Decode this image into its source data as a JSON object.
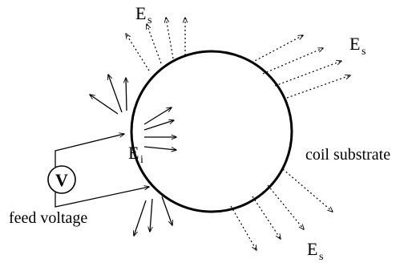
{
  "labels": {
    "es_top": "E",
    "es_top_sub": "s",
    "es_right": "E",
    "es_right_sub": "s",
    "es_bottom": "E",
    "es_bottom_sub": "s",
    "ei": "E",
    "ei_sub": "i",
    "v_symbol": "V",
    "coil_substrate": "coil substrate",
    "feed_voltage": "feed voltage"
  },
  "colors": {
    "stroke": "#000000",
    "background": "#ffffff"
  }
}
